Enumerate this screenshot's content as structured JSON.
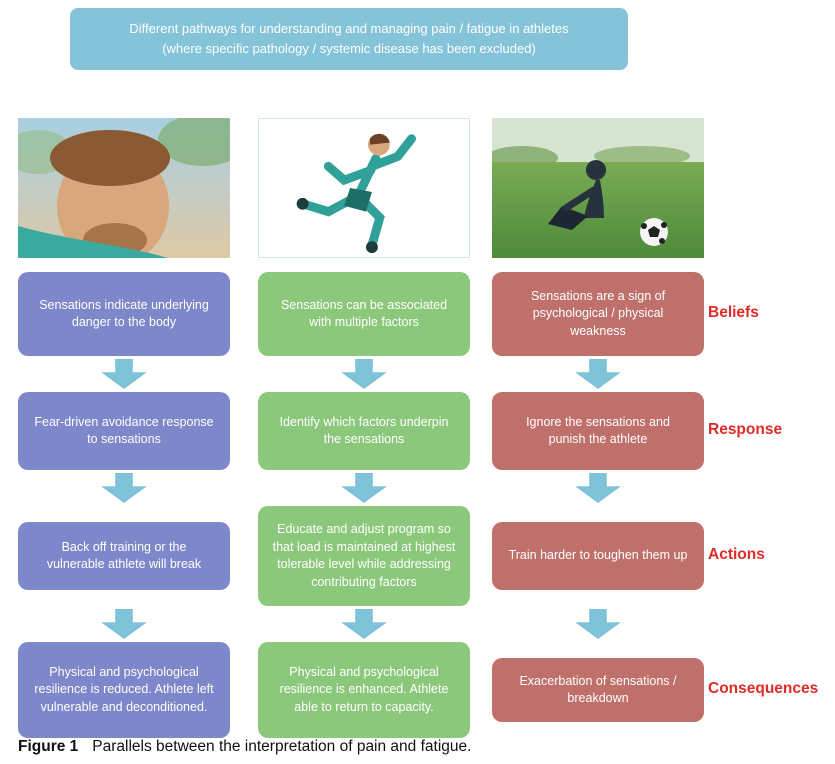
{
  "header": {
    "line1": "Different pathways for understanding and managing pain / fatigue in athletes",
    "line2": "(where specific pathology / systemic disease has been excluded)"
  },
  "columns": [
    {
      "photo": "athlete-closeup-photo",
      "theme_color": "#7d87c9",
      "boxes": [
        "Sensations indicate underlying danger to the body",
        "Fear-driven avoidance response to sensations",
        "Back off training or the vulnerable athlete will break",
        "Physical and psychological resilience is reduced. Athlete left vulnerable and deconditioned."
      ]
    },
    {
      "photo": "sprinter-photo",
      "theme_color": "#8cc87c",
      "boxes": [
        "Sensations can be associated with multiple factors",
        "Identify which factors underpin the sensations",
        "Educate and adjust program so that load is maintained at highest tolerable level while addressing contributing factors",
        "Physical and psychological resilience is enhanced. Athlete able to return to capacity."
      ]
    },
    {
      "photo": "injured-footballer-photo",
      "theme_color": "#c0706a",
      "boxes": [
        "Sensations are a sign of psychological / physical weakness",
        "Ignore the sensations and punish the athlete",
        "Train harder to toughen them up",
        "Exacerbation of sensations / breakdown"
      ]
    }
  ],
  "row_labels": [
    "Beliefs",
    "Response",
    "Actions",
    "Consequences"
  ],
  "caption": {
    "label": "Figure 1",
    "text": "Parallels between the interpretation of pain and fatigue."
  },
  "colors": {
    "header_bg": "#85c3d8",
    "arrow": "#7fc3d9",
    "row_label_red": "#e02b27",
    "box_purple": "#7d87c9",
    "box_green": "#8cc87c",
    "box_red": "#c0706a"
  }
}
